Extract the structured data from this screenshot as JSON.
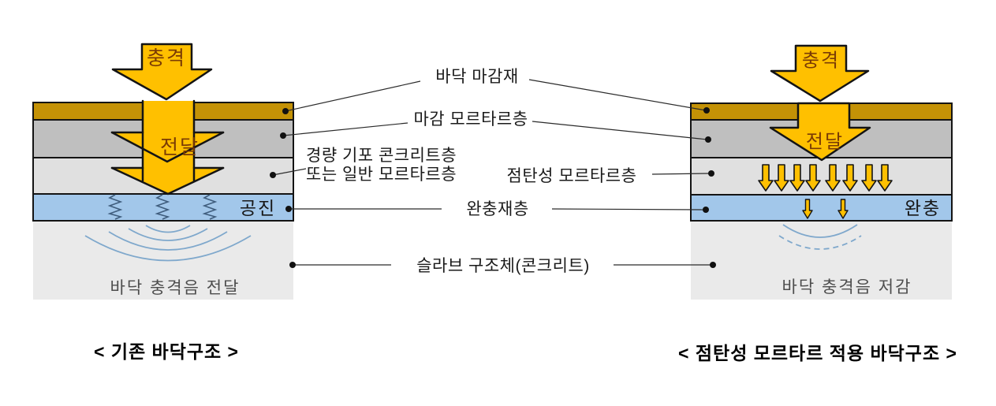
{
  "diagram": {
    "center_labels": {
      "floor_finish": "바닥 마감재",
      "finish_mortar": "마감 모르타르층",
      "lightweight_concrete_line1": "경량 기포 콘크리트층",
      "lightweight_concrete_line2": "또는 일반 모르타르층",
      "viscoelastic_mortar": "점탄성 모르타르층",
      "cushion_layer": "완충재층",
      "slab_structure": "슬라브 구조체(콘크리트)"
    },
    "left_structure": {
      "impact_arrow": "충격",
      "transfer_arrow": "전달",
      "resonance": "공진",
      "slab_note": "바닥 충격음 전달",
      "caption": "< 기존 바닥구조 >"
    },
    "right_structure": {
      "impact_arrow": "충격",
      "transfer_arrow": "전달",
      "damping": "완충",
      "slab_note": "바닥 충격음 저감",
      "caption": "< 점탄성 모르타르 적용 바닥구조 >"
    },
    "colors": {
      "finish_layer": "#c49206",
      "mortar_layer": "#bfbfbf",
      "light_layer": "#e0e0e0",
      "cushion_layer_color": "#a2c7ea",
      "slab_color": "#eaeaea",
      "arrow_fill": "#ffc000",
      "arrow_text": "#7a3b05",
      "wave": "#7fa8cc",
      "outline": "#141414"
    }
  }
}
